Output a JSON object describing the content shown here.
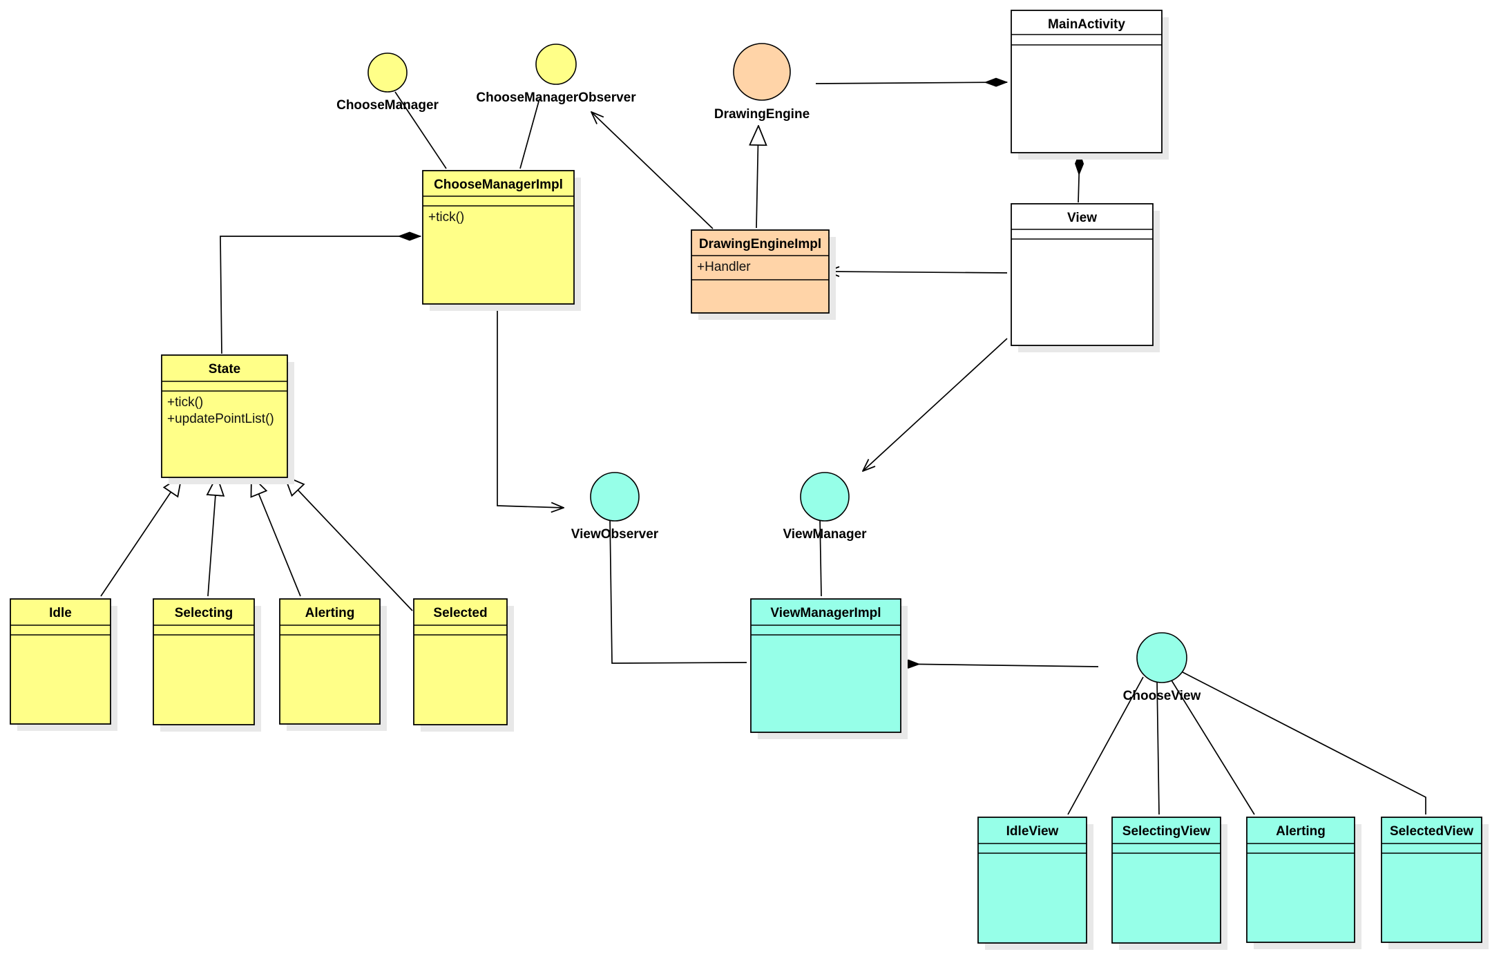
{
  "colors": {
    "yellow": "#ffff88",
    "peach": "#ffd4a8",
    "cyan": "#96ffe8",
    "white": "#ffffff",
    "shadow": "#e8e8e8"
  },
  "interfaces": {
    "choose_manager": "ChooseManager",
    "choose_manager_observer": "ChooseManagerObserver",
    "drawing_engine": "DrawingEngine",
    "view_observer": "ViewObserver",
    "view_manager": "ViewManager",
    "choose_view": "ChooseView"
  },
  "classes": {
    "main_activity": {
      "title": "MainActivity",
      "members": []
    },
    "view": {
      "title": "View",
      "members": []
    },
    "choose_manager_impl": {
      "title": "ChooseManagerImpl",
      "members": [
        "+tick()"
      ]
    },
    "drawing_engine_impl": {
      "title": "DrawingEngineImpl",
      "members": [
        "+Handler"
      ]
    },
    "state": {
      "title": "State",
      "members": [
        "+tick()",
        "+updatePointList()"
      ]
    },
    "idle": {
      "title": "Idle",
      "members": []
    },
    "selecting": {
      "title": "Selecting",
      "members": []
    },
    "alerting": {
      "title": "Alerting",
      "members": []
    },
    "selected": {
      "title": "Selected",
      "members": []
    },
    "view_manager_impl": {
      "title": "ViewManagerImpl",
      "members": []
    },
    "idle_view": {
      "title": "IdleView",
      "members": []
    },
    "selecting_view": {
      "title": "SelectingView",
      "members": []
    },
    "alerting_view": {
      "title": "Alerting",
      "members": []
    },
    "selected_view": {
      "title": "SelectedView",
      "members": []
    }
  }
}
